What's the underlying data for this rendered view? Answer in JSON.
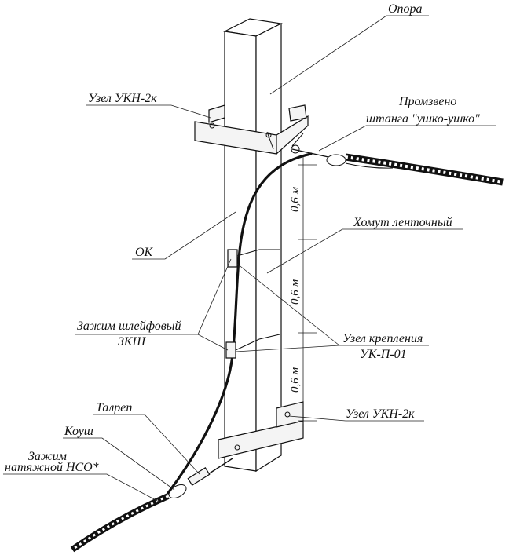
{
  "labels": {
    "pole": "Опора",
    "top_node": "Узел УКН-2к",
    "link_line1": "Промзвено",
    "link_line2": "штанга \"ушко-ушко\"",
    "band_clamp": "Хомут ленточный",
    "ok": "ОК",
    "loop_clamp_line1": "Зажим шлейфовый",
    "loop_clamp_line2": "ЗКШ",
    "mount_node_line1": "Узел крепления",
    "mount_node_line2": "УК-П-01",
    "turnbuckle": "Талреп",
    "thimble": "Коуш",
    "bottom_node": "Узел УКН-2к",
    "tension_clamp_line1": "Зажим",
    "tension_clamp_line2": "натяжной НСО*"
  },
  "dimensions": {
    "d1": "0,6 м",
    "d2": "0,6 м",
    "d3": "0,6 м"
  }
}
